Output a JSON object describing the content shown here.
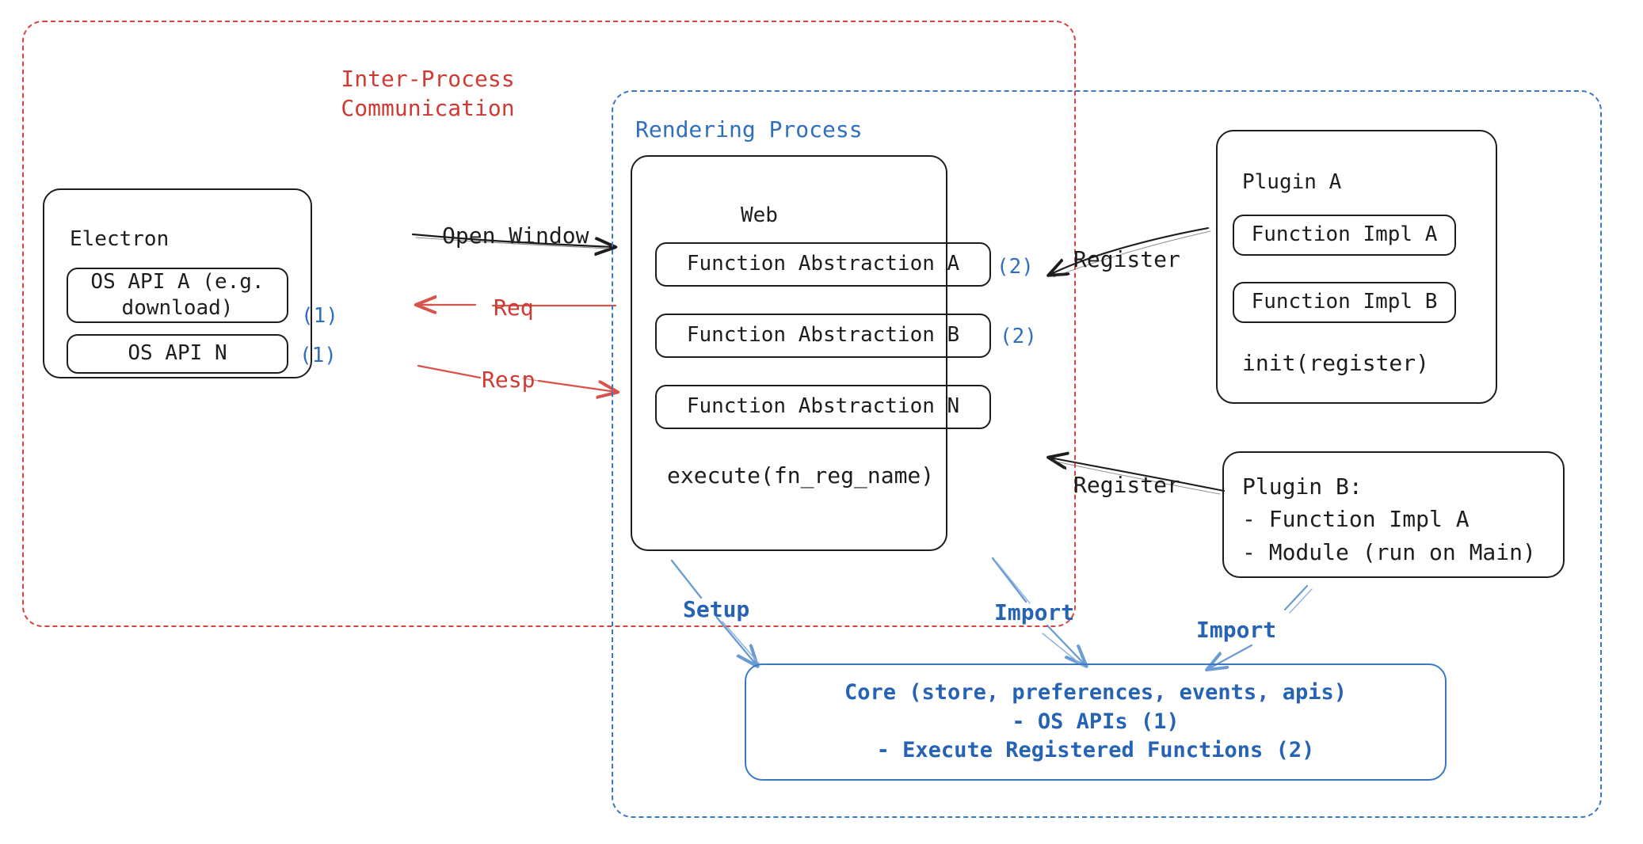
{
  "diagram": {
    "title": "Electron plugin architecture",
    "colors": {
      "ipc_red": "#cf3a33",
      "process_blue": "#2f6fc0",
      "core_blue": "#2663b4",
      "outline_black": "#1d1d1d"
    },
    "groups": {
      "ipc": {
        "label": "Inter-Process\nCommunication"
      },
      "rendering": {
        "label": "Rendering Process"
      }
    },
    "electron": {
      "title": "Electron",
      "apis": [
        {
          "label": "OS API A (e.g.\ndownload)",
          "marker": "(1)"
        },
        {
          "label": "OS API N",
          "marker": "(1)"
        }
      ]
    },
    "web": {
      "title": "Web",
      "abstractions": [
        {
          "label": "Function Abstraction A",
          "marker": "(2)"
        },
        {
          "label": "Function Abstraction B",
          "marker": "(2)"
        },
        {
          "label": "Function Abstraction N",
          "marker": ""
        }
      ],
      "execute": "execute(fn_reg_name)"
    },
    "plugin_a": {
      "title": "Plugin A",
      "impls": [
        "Function Impl A",
        "Function Impl B"
      ],
      "init": "init(register)"
    },
    "plugin_b": {
      "lines": "Plugin B:\n- Function Impl A\n- Module (run on Main)"
    },
    "core": {
      "text": "Core (store, preferences, events, apis)\n- OS APIs (1)\n- Execute Registered Functions (2)"
    },
    "edges": {
      "open_window": "Open Window",
      "req": "Req",
      "resp": "Resp",
      "register_top": "Register",
      "register_bottom": "Register",
      "setup": "Setup",
      "import_web": "Import",
      "import_plugin_b": "Import"
    }
  }
}
